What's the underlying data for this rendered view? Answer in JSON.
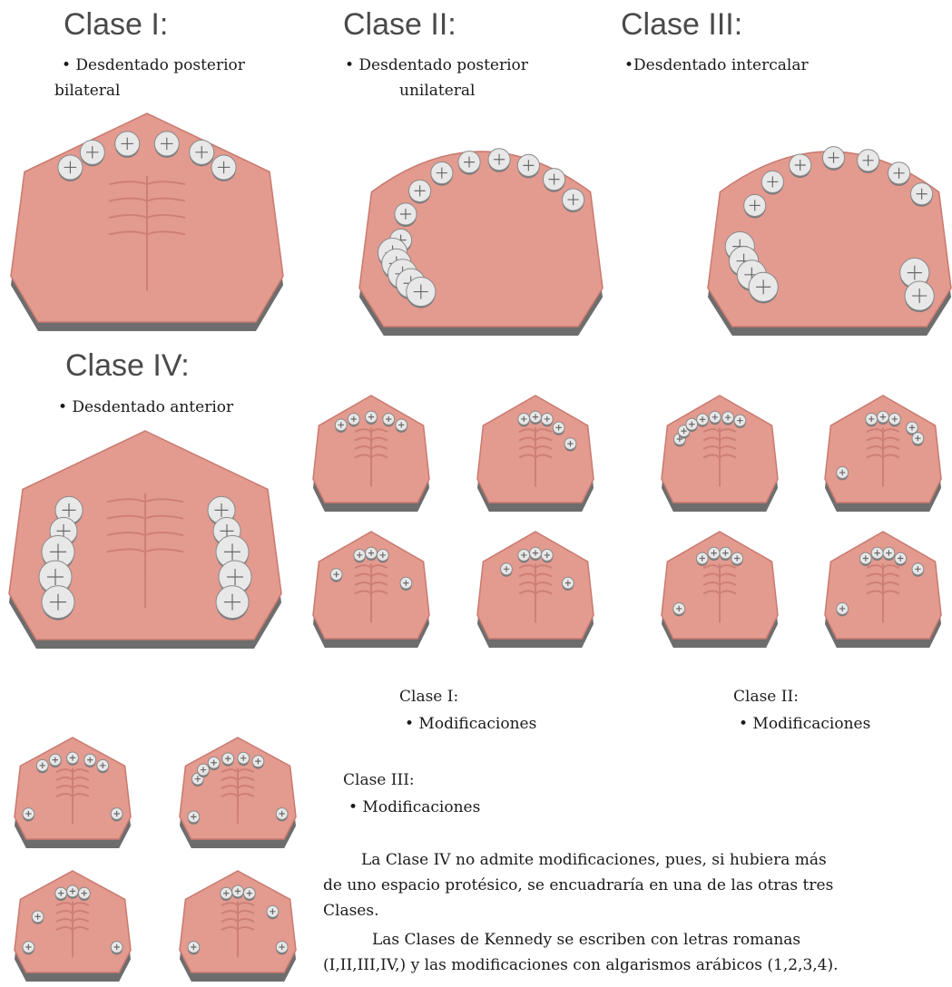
{
  "classes": [
    {
      "title": "Clase I:",
      "desc": "• Desdentado posterior",
      "desc2": "bilateral"
    },
    {
      "title": "Clase II:",
      "desc": "• Desdentado posterior",
      "desc2": "unilateral"
    },
    {
      "title": "Clase III:",
      "desc": "•Desdentado intercalar",
      "desc2": ""
    },
    {
      "title": "Clase IV:",
      "desc": "• Desdentado anterior",
      "desc2": ""
    }
  ],
  "modifications": [
    {
      "title": "Clase I:",
      "bullet": "• Modificaciones"
    },
    {
      "title": "Clase II:",
      "bullet": "• Modificaciones"
    },
    {
      "title": "Clase III:",
      "bullet": "• Modificaciones"
    }
  ],
  "paragraphs": [
    "La Clase IV no admite modificaciones, pues, si hubiera más",
    "de uno espacio protésico, se encuadraría en una de las otras tres",
    "Clases.",
    "Las Clases de Kennedy se escriben con letras romanas",
    "(I,II,III,IV,) y las modificaciones con algarismos arábicos (1,2,3,4)."
  ],
  "colors": {
    "gum": "#e39a8f",
    "gum_dark": "#c97a70",
    "base": "#6d6d6d",
    "tooth": "#e8e8e8"
  }
}
